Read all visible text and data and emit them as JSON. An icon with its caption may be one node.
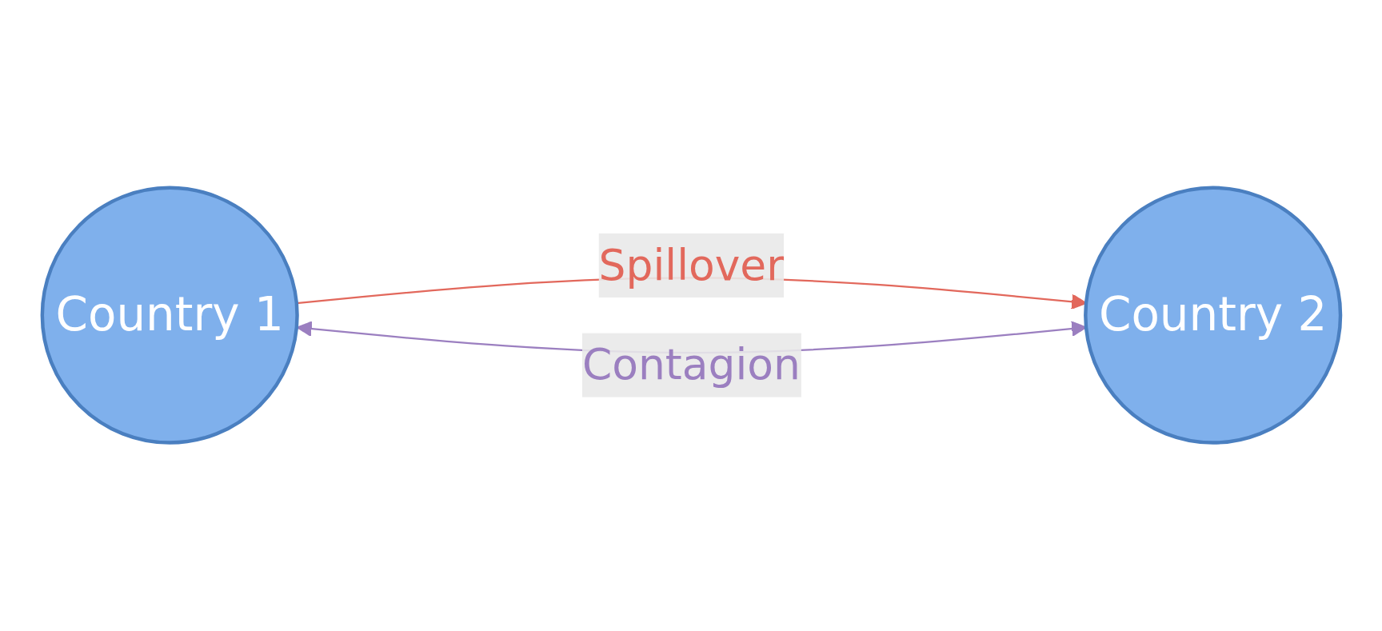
{
  "diagram": {
    "nodes": [
      {
        "text": [
          "Country 1"
        ]
      },
      {
        "text": [
          "Country 2"
        ]
      }
    ],
    "edges": [
      {
        "from": 0,
        "to": 1,
        "arrow": "to",
        "label": "Spillover",
        "color": "#e2685c"
      },
      {
        "from": 0,
        "to": 1,
        "arrow": "both",
        "label": "Contagion",
        "color": "#9b7fc0"
      }
    ]
  }
}
